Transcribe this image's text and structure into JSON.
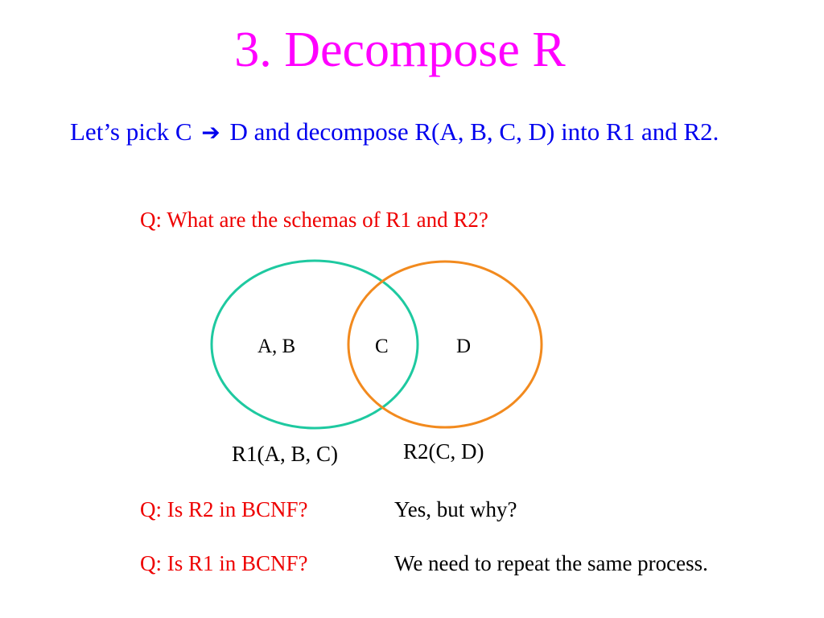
{
  "title": "3.  Decompose R",
  "intro": {
    "part1": "Let’s pick C",
    "arrow": "➔",
    "part2": "D and decompose R(A, B, C, D) into R1 and R2."
  },
  "question1": "Q: What are the schemas of R1 and R2?",
  "venn": {
    "left_label": "A, B",
    "middle_label": "C",
    "right_label": "D",
    "left_color": "#1ec9a0",
    "right_color": "#f28a1e"
  },
  "results": {
    "r1": "R1(A, B, C)",
    "r2": "R2(C, D)"
  },
  "qa": [
    {
      "question": "Q: Is R2 in BCNF?",
      "answer": "Yes, but why?"
    },
    {
      "question": "Q: Is R1 in BCNF?",
      "answer": "We need to repeat the same process."
    }
  ],
  "colors": {
    "title": "#ff00ff",
    "intro": "#0000ee",
    "question": "#ee0000",
    "answer": "#000000"
  }
}
